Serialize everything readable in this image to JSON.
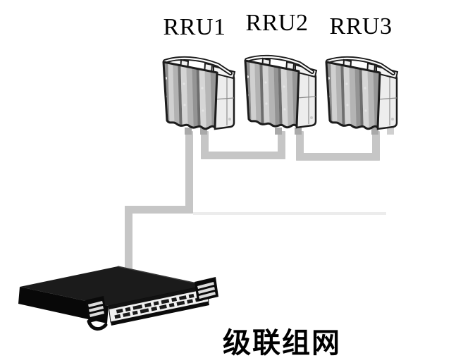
{
  "title": "级联组网",
  "rru_units": [
    {
      "label": "RRU1"
    },
    {
      "label": "RRU2"
    },
    {
      "label": "RRU3"
    }
  ],
  "links": [
    {
      "from": "RRU1",
      "to": "rack-unit",
      "type": "cable"
    },
    {
      "from": "RRU1",
      "to": "RRU2",
      "type": "cascade-cable"
    },
    {
      "from": "RRU2",
      "to": "RRU3",
      "type": "cascade-cable"
    }
  ],
  "colors": {
    "background": "#ffffff",
    "text": "#000000",
    "cable": "#c6c6c6",
    "stub": "#a9a9a9",
    "stub_faint": "#d0d0d0",
    "faint_line": "#ececec",
    "outline": "#1c1c1c"
  }
}
